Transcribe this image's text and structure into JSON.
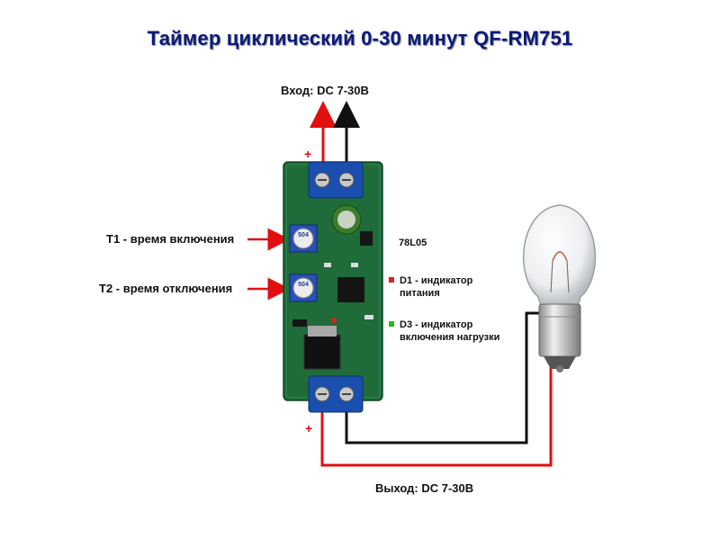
{
  "title": "Таймер циклический  0-30 минут  QF-RM751",
  "input_label": "Вход: DC 7-30В",
  "output_label": "Выход: DC 7-30В",
  "t1_label": "T1 - время включения",
  "t2_label": "T2 - время отключения",
  "regulator_label": "78L05",
  "d1_label_line1": "D1 - индикатор",
  "d1_label_line2": "питания",
  "d3_label_line1": "D3 - индикатор",
  "d3_label_line2": "включения нагрузки",
  "plus_sign": "+",
  "pot_value": "504",
  "colors": {
    "title": "#0a1a7a",
    "wire_positive": "#e01010",
    "wire_negative": "#111111",
    "pcb": "#1f6b3a",
    "terminal": "#1a4fb0",
    "d1_led": "#e02020",
    "d3_led": "#22bb22"
  }
}
